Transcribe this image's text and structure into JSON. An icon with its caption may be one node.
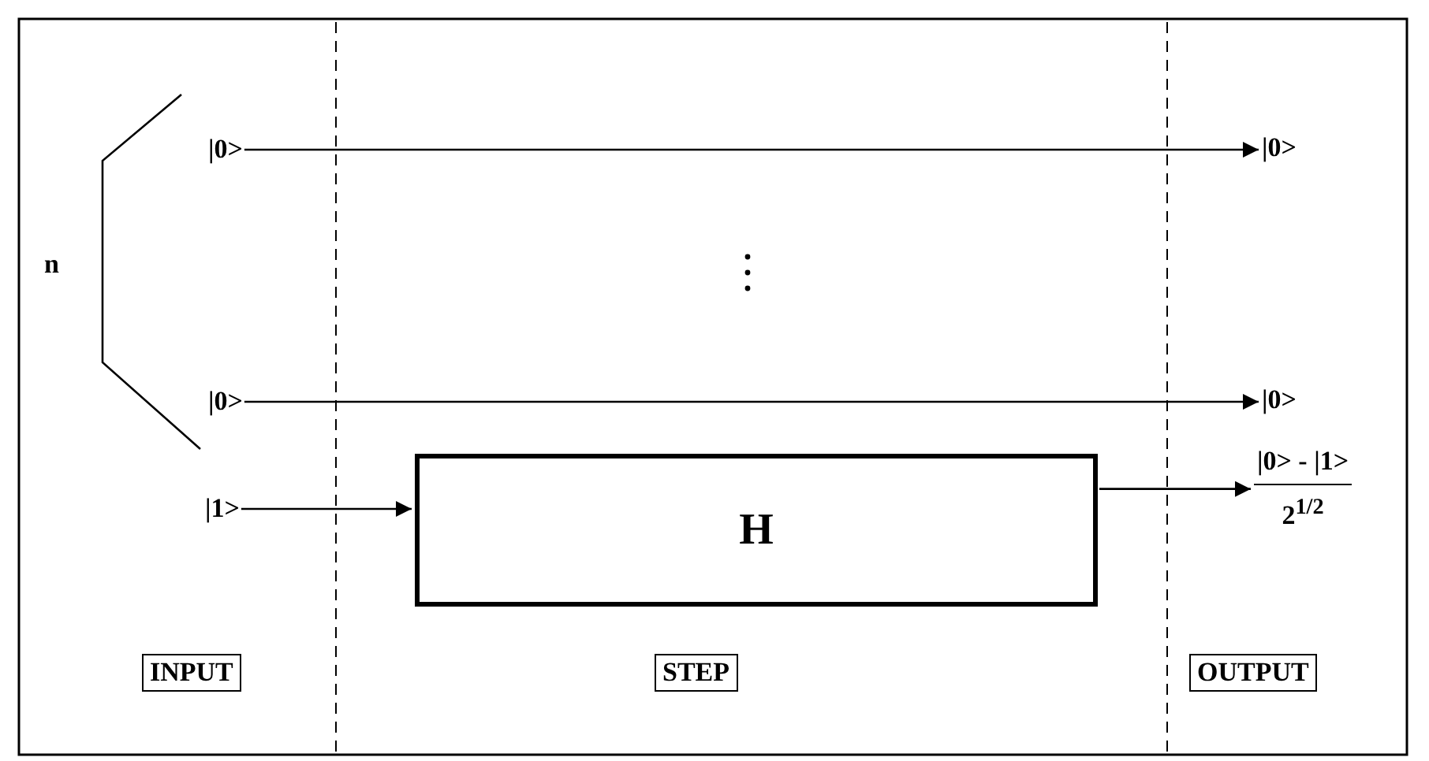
{
  "diagram": {
    "nodes": [
      {
        "text": [
          "|0>"
        ]
      },
      {
        "text": [
          "|0>"
        ]
      },
      {
        "text": [
          "|0>"
        ]
      },
      {
        "text": [
          "|0>"
        ]
      },
      {
        "text": [
          "|1>"
        ]
      },
      {
        "text": [
          "H"
        ]
      },
      {
        "text": [
          "|0> - |1>",
          "2$^{1/2}$"
        ]
      },
      {
        "text": [
          "INPUT"
        ]
      },
      {
        "text": [
          "STEP"
        ]
      },
      {
        "text": [
          "OUTPUT"
        ]
      }
    ],
    "edges": [
      {
        "from": 0,
        "to": 1,
        "arrow": "to"
      },
      {
        "from": 2,
        "to": 3,
        "arrow": "to"
      },
      {
        "from": 4,
        "to": 5,
        "arrow": "to"
      },
      {
        "from": 5,
        "to": 6,
        "arrow": "to"
      }
    ],
    "labels": [
      "n"
    ]
  }
}
